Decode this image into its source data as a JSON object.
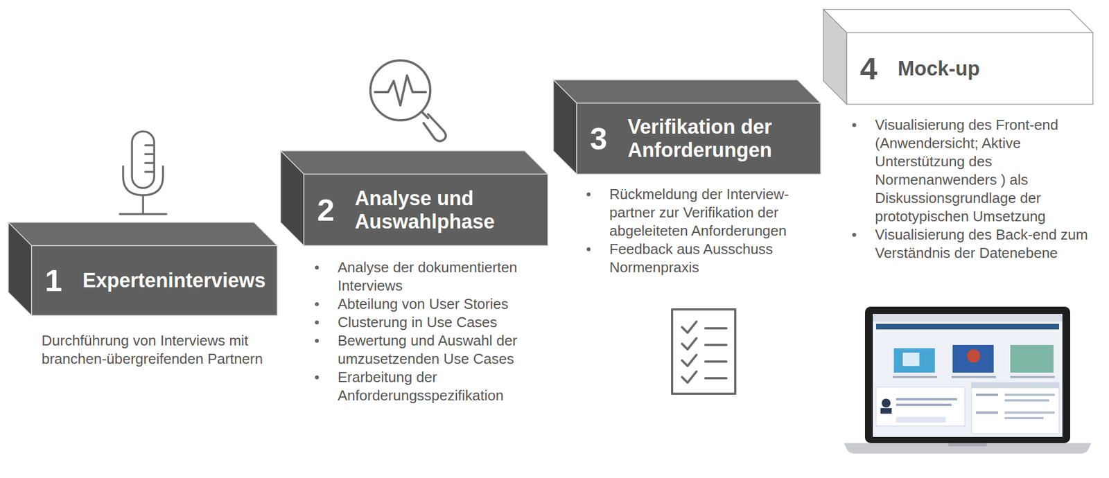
{
  "diagram": {
    "nodes": [
      {
        "text": [
          "1",
          "Experteninterviews",
          "Durchführung von Interviews mit branchen-übergreifenden Partnern"
        ]
      },
      {
        "text": [
          "2",
          "Analyse und Auswahlphase",
          "Analyse der dokumentierten Interviews",
          "Abteilung von User Stories",
          "Clusterung in Use Cases",
          "Bewertung und Auswahl der umzusetzenden Use Cases",
          "Erarbeitung der Anforderungsspezifikation"
        ]
      },
      {
        "text": [
          "3",
          "Verifikation der Anforderungen",
          "Rückmeldung der Interview-partner zur Verifikation der abgeleiteten Anforderungen",
          "Feedback aus Ausschuss Normenpraxis"
        ]
      },
      {
        "text": [
          "4",
          "Mock-up",
          "Visualisierung des Front-end (Anwendersicht; Aktive Unterstützung des Normenanwenders ) als Diskussionsgrundlage der prototypischen Umsetzung",
          "Visualisierung des Back-end zum Verständnis der Datenebene"
        ]
      }
    ]
  }
}
